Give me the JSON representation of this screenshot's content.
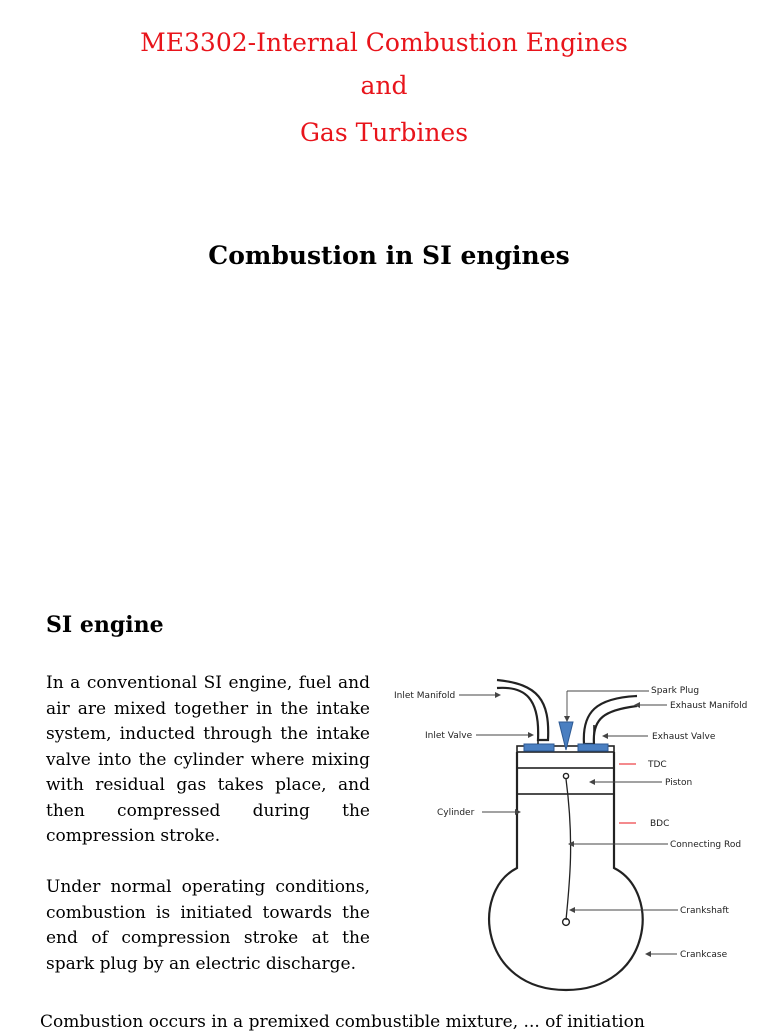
{
  "header": {
    "line1": "ME3302-Internal Combustion Engines",
    "line2": "and",
    "line3": "Gas Turbines",
    "color": "#e8141b"
  },
  "subtitle": "Combustion in SI engines",
  "section": {
    "heading": "SI engine",
    "paragraphs": [
      "In a conventional SI engine, fuel and air are mixed together in the intake system, inducted through the intake valve into the cylinder where mixing with residual gas takes place, and then compressed during the compression stroke.",
      "Under normal operating conditions, combustion is initiated towards the end of compression stroke at the spark plug by an electric discharge."
    ],
    "cutoff_text": "Combustion occurs in a premixed combustible mixture, ... of initiation"
  },
  "diagram": {
    "labels": {
      "inlet_manifold": "Inlet Manifold",
      "inlet_valve": "Inlet Valve",
      "cylinder": "Cylinder",
      "spark_plug": "Spark Plug",
      "exhaust_manifold": "Exhaust  Manifold",
      "exhaust_valve": "Exhaust Valve",
      "tdc": "TDC",
      "piston": "Piston",
      "bdc": "BDC",
      "connecting_rod": "Connecting Rod",
      "crankshaft": "Crankshaft",
      "crankcase": "Crankcase"
    },
    "colors": {
      "valve": "#4a7fc1",
      "marker": "#e8141b"
    }
  }
}
